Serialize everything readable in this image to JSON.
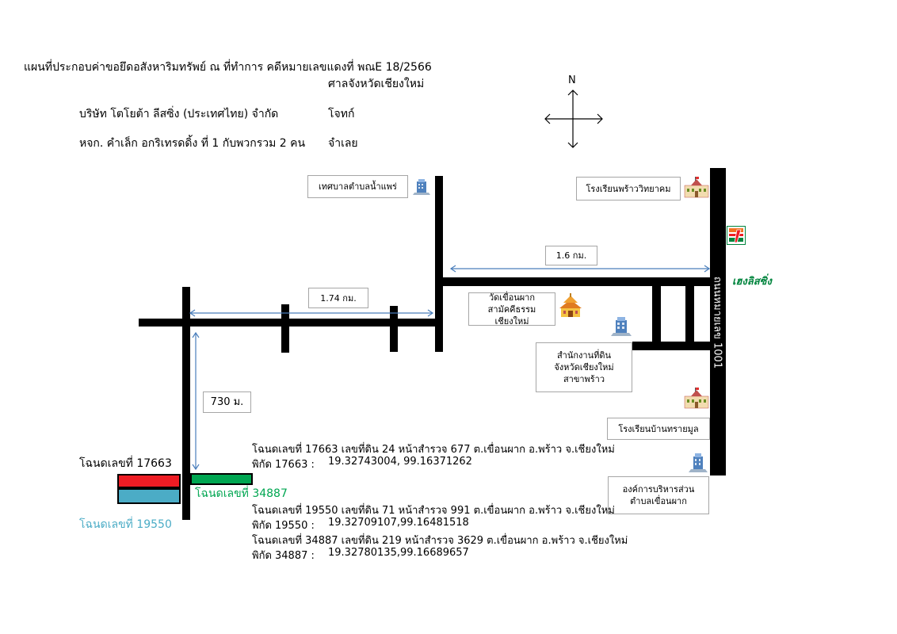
{
  "header": {
    "title": "แผนที่ประกอบค่าขอยึดอสังหาริมทรัพย์ ณ ที่ทำการ คดีหมายเลขแดงที่ พณE 18/2566",
    "court": "ศาลจังหวัดเชียงใหม่",
    "plaintiff_name": "บริษัท โตโยต้า ลีสซิ่ง (ประเทศไทย) จำกัด",
    "plaintiff_role": "โจทก์",
    "defendant_name": "หจก. คำเล็ก อกริเทรดดิ้ง ที่ 1 กับพวกรวม 2 คน",
    "defendant_role": "จำเลย"
  },
  "compass": {
    "north_label": "N"
  },
  "distances": {
    "top_road": "1.6 กม.",
    "mid_road": "1.74 กม.",
    "vertical": "730 ม."
  },
  "road_name": "ถนนหมายเลข 1001",
  "landmarks": {
    "municipality": "เทศบาลตำบลน้ำแพร่",
    "school_praowittayakom": "โรงเรียนพร้าววิทยาคม",
    "temple": "วัดเขื่อนผากสามัคคีธรรม เชียงใหม่",
    "land_office": "สำนักงานที่ดินจังหวัดเชียงใหม่ สาขาพร้าว",
    "school_bansaimoon": "โรงเรียนบ้านทรายมูล",
    "sao": "องค์การบริหารส่วนตำบลเขื่อนผาก",
    "brand_711": "7-ELEVEn",
    "brand_honglisc": "เฮงลิสซิ่ง"
  },
  "parcels": {
    "p17663_label": "โฉนดเลขที่ 17663",
    "p34887_label": "โฉนดเลขที่ 34887",
    "p19550_label": "โฉนดเลขที่ 19550",
    "p17663_desc": "โฉนดเลขที่ 17663 เลขที่ดิน 24 หน้าสำรวจ 677 ต.เขื่อนผาก อ.พร้าว จ.เชียงใหม่",
    "p17663_coord_label": "พิกัด 17663 :",
    "p17663_coord": "19.32743004, 99.16371262",
    "p19550_desc": "โฉนดเลขที่ 19550 เลขที่ดิน 71 หน้าสำรวจ 991 ต.เขื่อนผาก อ.พร้าว จ.เชียงใหม่",
    "p19550_coord_label": "พิกัด 19550 :",
    "p19550_coord": "19.32709107,99.16481518",
    "p34887_desc": "โฉนดเลขที่ 34887 เลขที่ดิน 219 หน้าสำรวจ 3629 ต.เขื่อนผาก อ.พร้าว จ.เชียงใหม่",
    "p34887_coord_label": "พิกัด 34887 :",
    "p34887_coord": "19.32780135,99.16689657"
  },
  "colors": {
    "parcel_17663": "#ee1c24",
    "parcel_34887": "#00a651",
    "parcel_19550": "#4bacc6",
    "label_19550": "#4bacc6",
    "label_34887": "#00a651",
    "distance_arrow": "#4a7ebb",
    "brand_green": "#00843d"
  }
}
